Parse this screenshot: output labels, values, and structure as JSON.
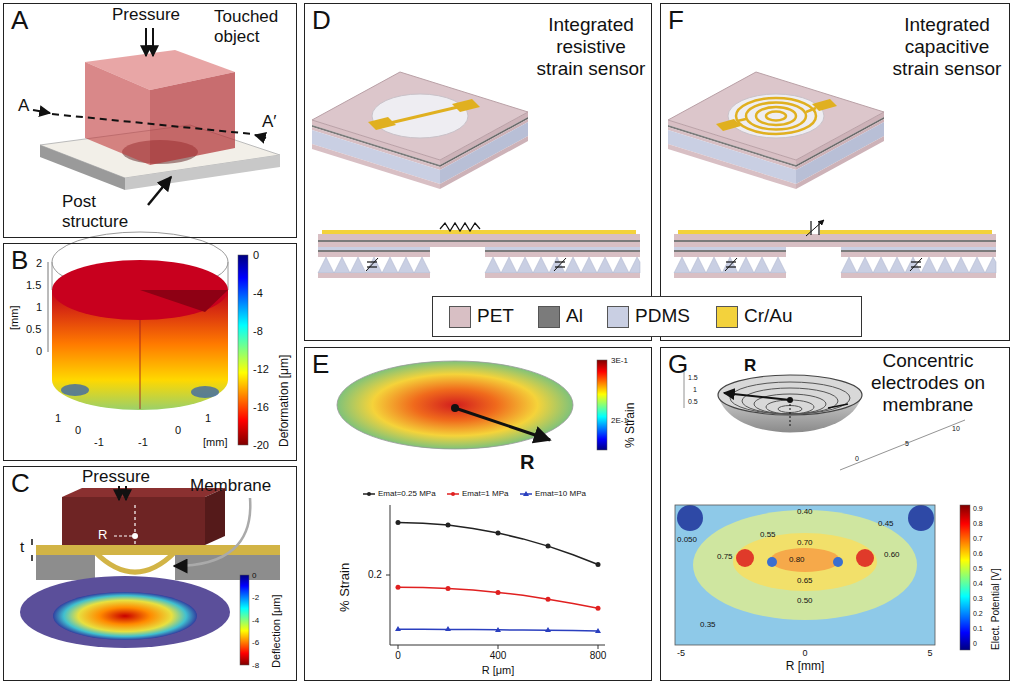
{
  "diagram": {
    "nodes": [
      {
        "text": [
          "A"
        ]
      },
      {
        "text": [
          "B"
        ]
      },
      {
        "text": [
          "C"
        ]
      },
      {
        "text": [
          "D"
        ]
      },
      {
        "text": [
          "E"
        ]
      },
      {
        "text": [
          "F"
        ]
      },
      {
        "text": [
          "G"
        ]
      }
    ],
    "labels": [
      "Pressure",
      "Touched object",
      "A",
      "A′",
      "Post structure",
      "2",
      "1.5",
      "1",
      "0.5",
      "0",
      "[mm]",
      "1",
      "0",
      "-1",
      "-1",
      "0",
      "1",
      "[mm]",
      "0",
      "-4",
      "-8",
      "-12",
      "-16",
      "-20",
      "Deformation [μm]",
      "Pressure",
      "Membrane",
      "t",
      "R",
      "0",
      "-2",
      "-4",
      "-6",
      "-8",
      "Deflection [μm]",
      "Integrated resistive strain sensor",
      "R",
      "3E-1",
      "2E-1",
      "% Strain",
      "Emat=0.25 MPa",
      "Emat=1 MPa",
      "Emat=10 MPa",
      "0.2",
      "% Strain",
      "0",
      "400",
      "800",
      "R [μm]",
      "Integrated capacitive strain sensor",
      "Concentric electrodes on membrane",
      "R",
      "1.5",
      "1",
      "0.5",
      "0",
      "5",
      "10",
      "0.40",
      "0.45",
      "0.55",
      "0.70",
      "0.60",
      "0.75",
      "0.80",
      "0.65",
      "0.50",
      "0.35",
      "0.050",
      "-5",
      "0",
      "5",
      "R [mm]",
      "0.9",
      "0.8",
      "0.7",
      "0.6",
      "0.5",
      "0.4",
      "0.3",
      "0.2",
      "0.1",
      "0",
      "Elect. Potential [V]"
    ],
    "legend": [
      {
        "text": "PET",
        "color": "#d8bfc4"
      },
      {
        "text": "Al",
        "color": "#7b7b7b"
      },
      {
        "text": "PDMS",
        "color": "#c9cfe3"
      },
      {
        "text": "Cr/Au",
        "color": "#f3d23c"
      }
    ]
  }
}
